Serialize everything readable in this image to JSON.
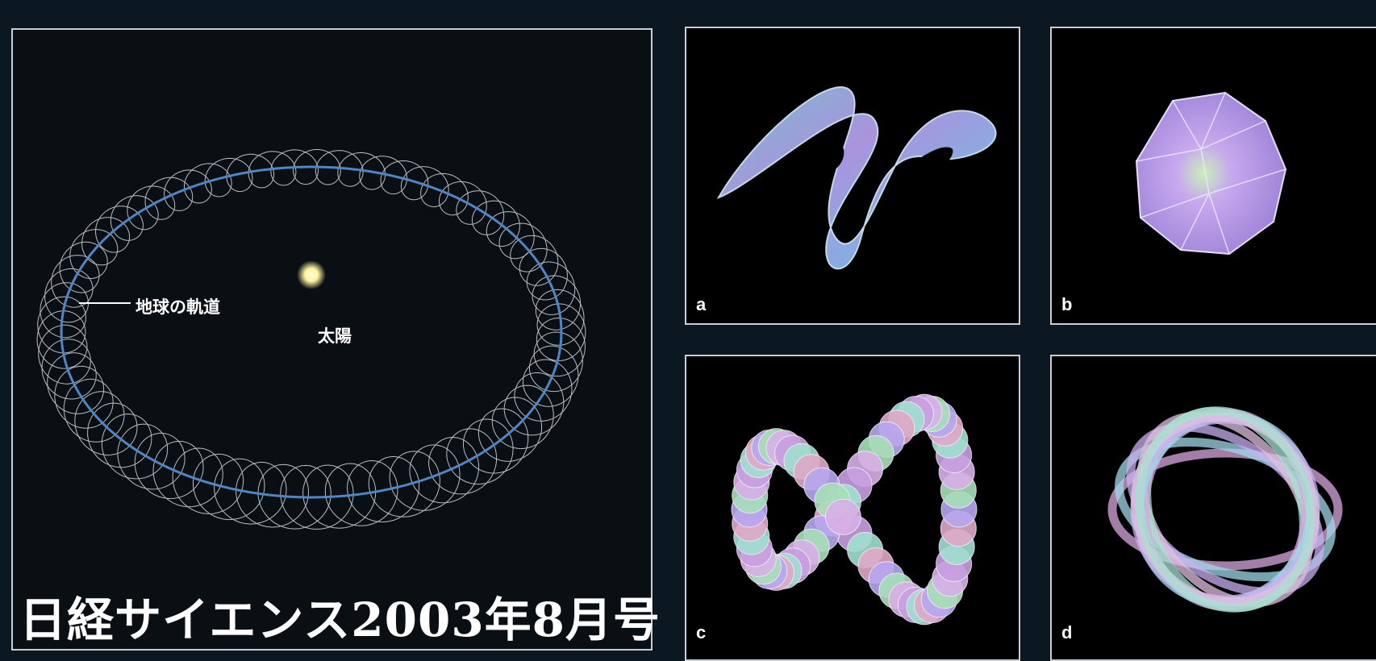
{
  "orbit_figure": {
    "earth_orbit_label": "地球の軌道",
    "sun_label": "太陽"
  },
  "panels": [
    {
      "letter": "a"
    },
    {
      "letter": "b"
    },
    {
      "letter": "c"
    },
    {
      "letter": "d"
    }
  ],
  "caption": "日経サイエンス2003年8月号",
  "colors": {
    "background": "#0c1821",
    "orbit_line": "#4f86c6",
    "spiral_line": "#d8dde3",
    "panel_border": "#c9ced2"
  }
}
